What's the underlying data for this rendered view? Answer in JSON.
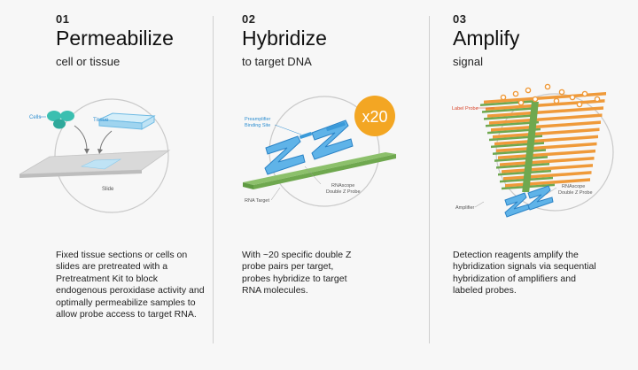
{
  "steps": [
    {
      "number": "01",
      "title": "Permeabilize",
      "subtitle": "cell or tissue",
      "labels": {
        "cells": "Cells",
        "tissue": "Tissue",
        "slide": "Slide"
      },
      "description": "Fixed tissue sections or cells on slides are pretreated with a Pretreatment Kit to block endogenous peroxidase activity and optimally permeabilize samples to allow probe access to target RNA."
    },
    {
      "number": "02",
      "title": "Hybridize",
      "subtitle": "to target DNA",
      "labels": {
        "preamp_line1": "Preamplifier",
        "preamp_line2": "Binding Site",
        "badge": "x20",
        "probe_line1": "RNAscope",
        "probe_line2": "Double Z Probe",
        "target": "RNA Target"
      },
      "description": "With ~20 specific double Z probe pairs per target, probes hybridize to target RNA molecules."
    },
    {
      "number": "03",
      "title": "Amplify",
      "subtitle": "signal",
      "labels": {
        "label_probe": "Label Probe",
        "probe_line1": "RNAscope",
        "probe_line2": "Double Z Probe",
        "amplifier": "Amplifier"
      },
      "description": "Detection reagents amplify the hybridization signals via sequential hybridization of amplifiers and labeled probes."
    }
  ],
  "colors": {
    "probe_blue": "#3a9ad9",
    "target_green": "#6fa84f",
    "amp_orange": "#ef9a3a",
    "badge_orange": "#f3a623",
    "label_blue": "#2f8fd1",
    "label_red": "#d9452b"
  }
}
